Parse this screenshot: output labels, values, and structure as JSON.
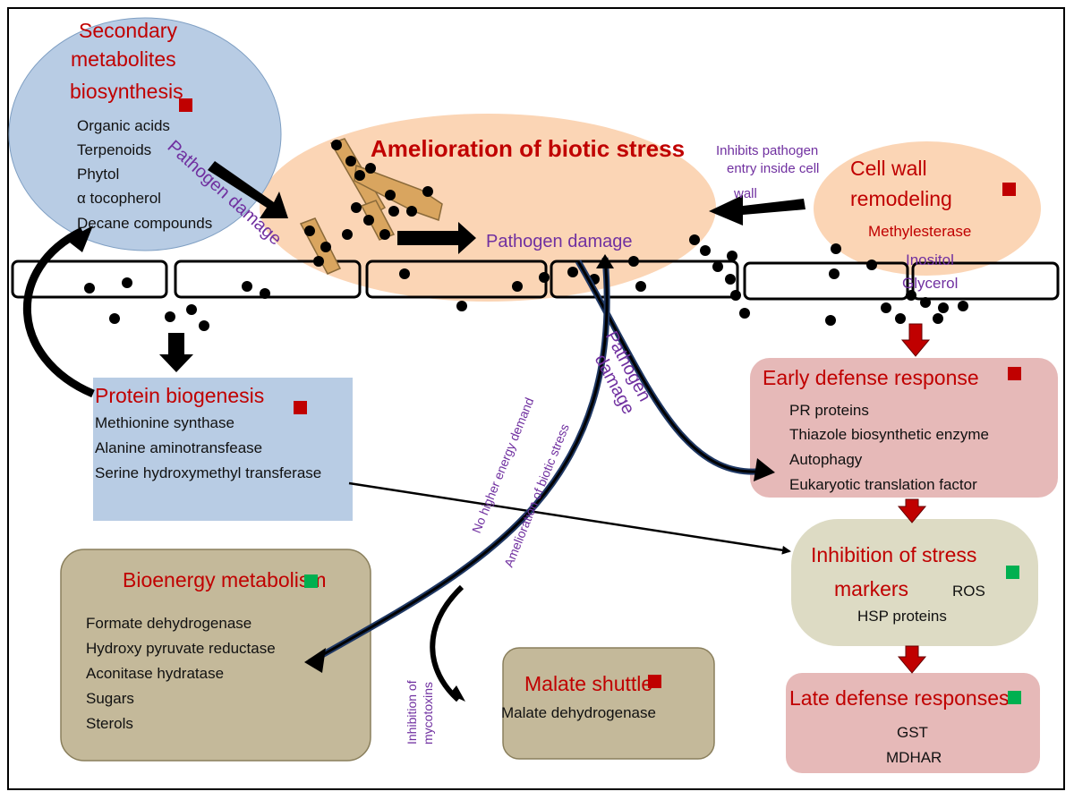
{
  "colors": {
    "heading_red": "#c00000",
    "annotation_purple": "#7030a0",
    "marker_red": "#c00000",
    "marker_green": "#00b050",
    "blue_region": "#b8cce4",
    "peach_region": "#fbd5b5",
    "olive_box": "#c4b99a",
    "pink_box": "#e6b9b8",
    "beige_box": "#dddbc4"
  },
  "marker_legend": {
    "red_square": "red-square-marker",
    "green_square": "green-square-marker"
  },
  "central_title": "Amelioration of biotic stress",
  "central_label": "Pathogen damage",
  "secondary_metabolites": {
    "title_line1": "Secondary",
    "title_line2": "metabolites",
    "title_line3": "biosynthesis",
    "items": [
      "Organic acids",
      "Terpenoids",
      "Phytol",
      "α tocopherol",
      "Decane compounds"
    ],
    "marker": "red"
  },
  "cell_wall": {
    "title_line1": "Cell wall",
    "title_line2": "remodeling",
    "items": [
      "Methylesterase",
      "Inositol",
      "Glycerol"
    ],
    "marker": "red"
  },
  "inhibits_annotation": [
    "Inhibits pathogen",
    "entry inside cell",
    "wall"
  ],
  "protein_biogenesis": {
    "title": "Protein biogenesis",
    "items": [
      "Methionine synthase",
      "Alanine aminotransfease",
      "Serine hydroxymethyl transferase"
    ],
    "marker": "red"
  },
  "early_defense": {
    "title": "Early defense response",
    "items": [
      "PR proteins",
      "Thiazole biosynthetic enzyme",
      "Autophagy",
      "Eukaryotic translation factor"
    ],
    "marker": "red"
  },
  "stress_markers": {
    "title_line1": "Inhibition of stress",
    "title_line2": "markers",
    "inline_item": "ROS",
    "items": [
      "HSP proteins"
    ],
    "marker": "green"
  },
  "late_defense": {
    "title": "Late defense responses",
    "items": [
      "GST",
      "MDHAR"
    ],
    "marker": "green"
  },
  "bioenergy": {
    "title": "Bioenergy metabolism",
    "items": [
      "Formate dehydrogenase",
      "Hydroxy pyruvate reductase",
      "Aconitase hydratase",
      "Sugars",
      "Sterols"
    ],
    "marker": "green"
  },
  "malate": {
    "title": "Malate shuttle",
    "items": [
      "Malate dehydrogenase"
    ],
    "marker": "red"
  },
  "arrow_labels": {
    "pathogen_damage_left": "Pathogen damage",
    "pathogen_damage_right_line1": "Pathogen",
    "pathogen_damage_right_line2": "damage",
    "no_higher_energy": "No higher energy demand",
    "amelioration_small": "Amelioration of biotic stress",
    "mycotoxins_line1": "Inhibition of",
    "mycotoxins_line2": "mycotoxins"
  }
}
